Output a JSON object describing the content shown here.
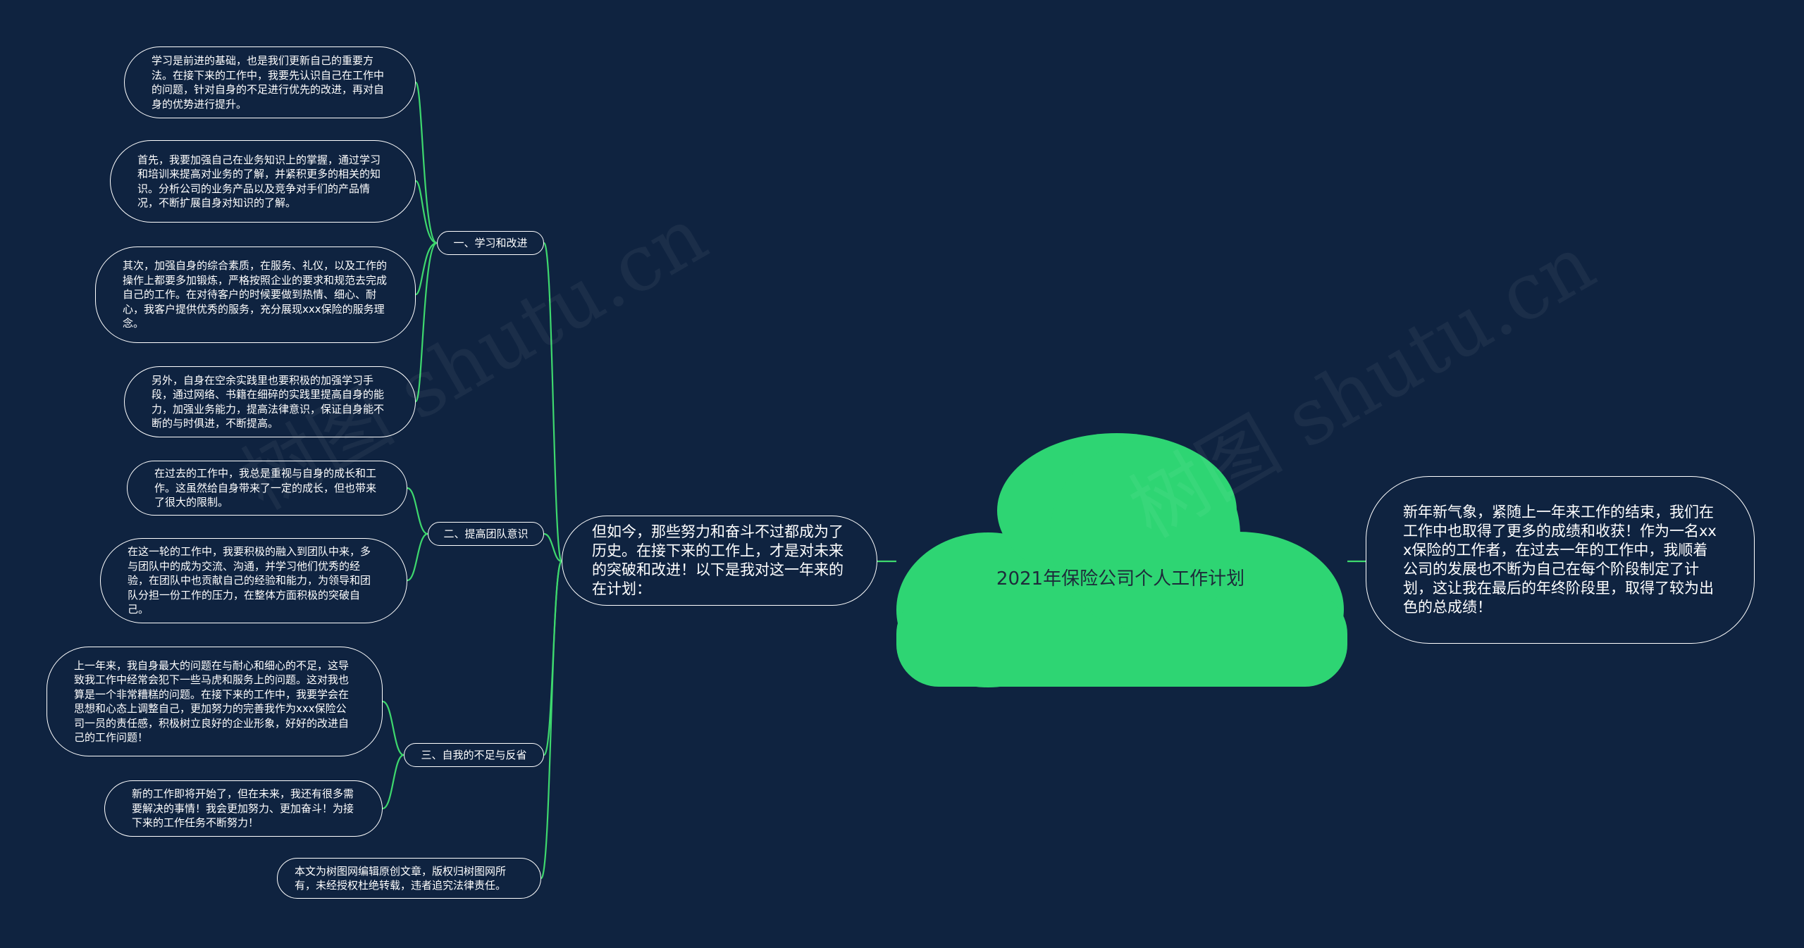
{
  "root": {
    "title": "2021年保险公司个人工作计划"
  },
  "right": {
    "text": "新年新气象，紧随上一年来工作的结束，我们在工作中也取得了更多的成绩和收获！作为一名xxx保险的工作者，在过去一年的工作中，我顺着公司的发展也不断为自己在每个阶段制定了计划，这让我在最后的年终阶段里，取得了较为出色的总成绩！"
  },
  "intro": {
    "text": "但如今，那些努力和奋斗不过都成为了历史。在接下来的工作上，才是对未来的突破和改进！以下是我对这一年来的在计划："
  },
  "branches": [
    {
      "label": "一、学习和改进",
      "leaves": [
        "学习是前进的基础，也是我们更新自己的重要方法。在接下来的工作中，我要先认识自己在工作中的问题，针对自身的不足进行优先的改进，再对自身的优势进行提升。",
        "首先，我要加强自己在业务知识上的掌握，通过学习和培训来提高对业务的了解，并紧积更多的相关的知识。分析公司的业务产品以及竞争对手们的产品情况，不断扩展自身对知识的了解。",
        "其次，加强自身的综合素质，在服务、礼仪，以及工作的操作上都要多加锻炼，严格按照企业的要求和规范去完成自己的工作。在对待客户的时候要做到热情、细心、耐心，我客户提供优秀的服务，充分展现xxx保险的服务理念。",
        "另外，自身在空余实践里也要积极的加强学习手段，通过网络、书籍在细碎的实践里提高自身的能力，加强业务能力，提高法律意识，保证自身能不断的与时俱进，不断提高。"
      ]
    },
    {
      "label": "二、提高团队意识",
      "leaves": [
        "在过去的工作中，我总是重视与自身的成长和工作。这虽然给自身带来了一定的成长，但也带来了很大的限制。",
        "在这一轮的工作中，我要积极的融入到团队中来，多与团队中的成为交流、沟通，并学习他们优秀的经验，在团队中也贡献自己的经验和能力，为领导和团队分担一份工作的压力，在整体方面积极的突破自己。"
      ]
    },
    {
      "label": "三、自我的不足与反省",
      "leaves": [
        "上一年来，我自身最大的问题在与耐心和细心的不足，这导致我工作中经常会犯下一些马虎和服务上的问题。这对我也算是一个非常糟糕的问题。在接下来的工作中，我要学会在思想和心态上调整自己，更加努力的完善我作为xxx保险公司一员的责任感，积极树立良好的企业形象，好好的改进自己的工作问题！",
        "新的工作即将开始了，但在未来，我还有很多需要解决的事情！我会更加努力、更加奋斗！为接下来的工作任务不断努力！"
      ]
    }
  ],
  "footer": {
    "text": "本文为树图网编辑原创文章，版权归树图网所有，未经授权杜绝转载，违者追究法律责任。"
  },
  "colors": {
    "background": "#0f2340",
    "cloud": "#2ed573",
    "line": "#3ed86e",
    "node_border": "#ffffff"
  }
}
